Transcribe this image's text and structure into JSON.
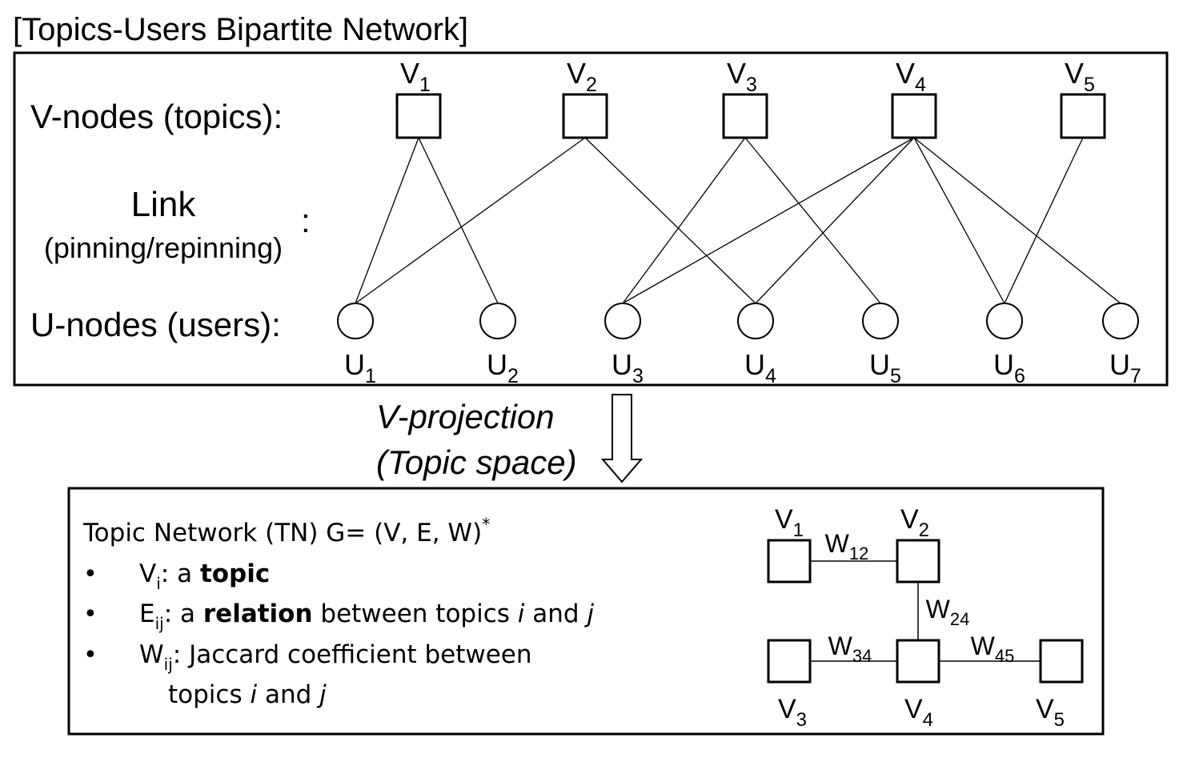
{
  "title": "[Topics-Users Bipartite Network]",
  "bipartite": {
    "v_label": "V-nodes (topics):",
    "link_label_main": "Link",
    "link_label_sub": "(pinning/repinning)",
    "link_colon": ":",
    "u_label": "U-nodes (users):",
    "v_nodes": [
      {
        "base": "V",
        "sub": "1"
      },
      {
        "base": "V",
        "sub": "2"
      },
      {
        "base": "V",
        "sub": "3"
      },
      {
        "base": "V",
        "sub": "4"
      },
      {
        "base": "V",
        "sub": "5"
      }
    ],
    "u_nodes": [
      {
        "base": "U",
        "sub": "1"
      },
      {
        "base": "U",
        "sub": "2"
      },
      {
        "base": "U",
        "sub": "3"
      },
      {
        "base": "U",
        "sub": "4"
      },
      {
        "base": "U",
        "sub": "5"
      },
      {
        "base": "U",
        "sub": "6"
      },
      {
        "base": "U",
        "sub": "7"
      }
    ],
    "edges": [
      [
        0,
        0
      ],
      [
        0,
        1
      ],
      [
        1,
        0
      ],
      [
        1,
        3
      ],
      [
        2,
        2
      ],
      [
        2,
        4
      ],
      [
        3,
        2
      ],
      [
        3,
        3
      ],
      [
        3,
        5
      ],
      [
        3,
        6
      ],
      [
        4,
        5
      ]
    ]
  },
  "projection": {
    "line1": "V-projection",
    "line2": "(Topic space)"
  },
  "topic_network": {
    "heading": "Topic Network (TN) G= (V, E, W)",
    "heading_sup": "*",
    "bullet": "•",
    "b1": {
      "base": "V",
      "sub": "i",
      "pre": ": a ",
      "bold": "topic"
    },
    "b2": {
      "base": "E",
      "sub": "ij",
      "pre": ": a ",
      "bold": "relation",
      "mid": " between topics ",
      "i": "i",
      "and": " and ",
      "j": "j"
    },
    "b3": {
      "base": "W",
      "sub": "ij",
      "text": ": Jaccard coefficient between"
    },
    "b3_cont": {
      "text": "topics ",
      "i": "i",
      "and": " and ",
      "j": "j"
    },
    "nodes": [
      {
        "base": "V",
        "sub": "1"
      },
      {
        "base": "V",
        "sub": "2"
      },
      {
        "base": "V",
        "sub": "3"
      },
      {
        "base": "V",
        "sub": "4"
      },
      {
        "base": "V",
        "sub": "5"
      }
    ],
    "edges": [
      {
        "from": 0,
        "to": 1,
        "base": "W",
        "sub": "12"
      },
      {
        "from": 1,
        "to": 3,
        "base": "W",
        "sub": "24"
      },
      {
        "from": 2,
        "to": 3,
        "base": "W",
        "sub": "34"
      },
      {
        "from": 3,
        "to": 4,
        "base": "W",
        "sub": "45"
      }
    ]
  }
}
